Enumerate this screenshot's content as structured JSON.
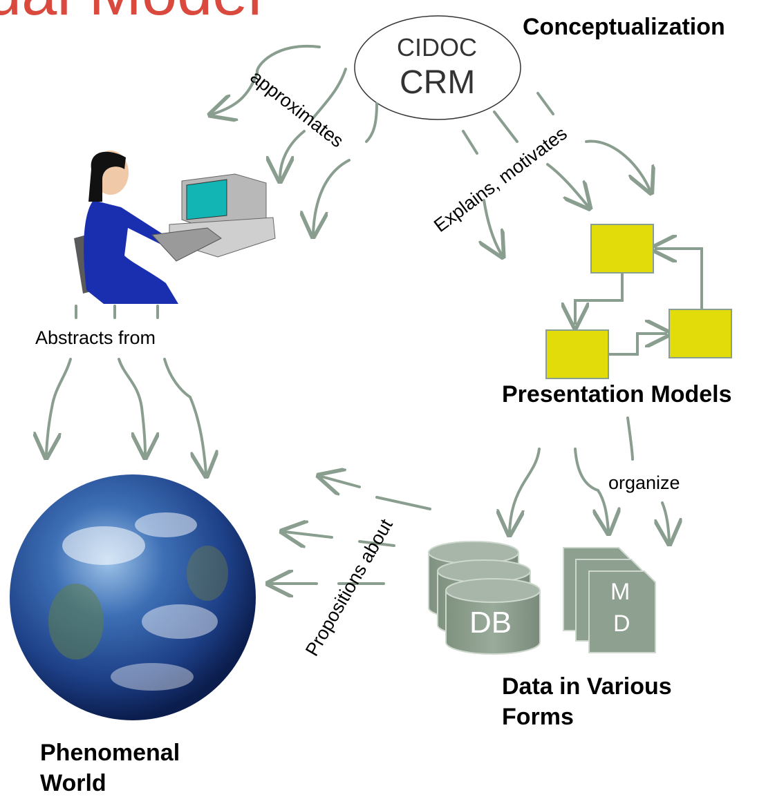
{
  "title": "ual Model",
  "crm": {
    "line1": "CIDOC",
    "line2": "CRM"
  },
  "labels": {
    "conceptualization": "Conceptualization",
    "approximates": "approximates",
    "explains": "Explains, motivates",
    "abstracts_from": "Abstracts from",
    "presentation_models": "Presentation Models",
    "organize": "organize",
    "propositions_about": "Propositions about",
    "data_line1": "Data in Various",
    "data_line2": "Forms",
    "world_line1": "Phenomenal",
    "world_line2": "World"
  },
  "db_label": "DB",
  "md_label1": "M",
  "md_label2": "D",
  "colors": {
    "title": "#d9493e",
    "arrow": "#8a9e8f",
    "box_fill": "#e2dc0a",
    "db_fill": "#8ea08f",
    "md_fill": "#8ea08f",
    "screen": "#12b4b4",
    "person": "#1a2fb0"
  }
}
